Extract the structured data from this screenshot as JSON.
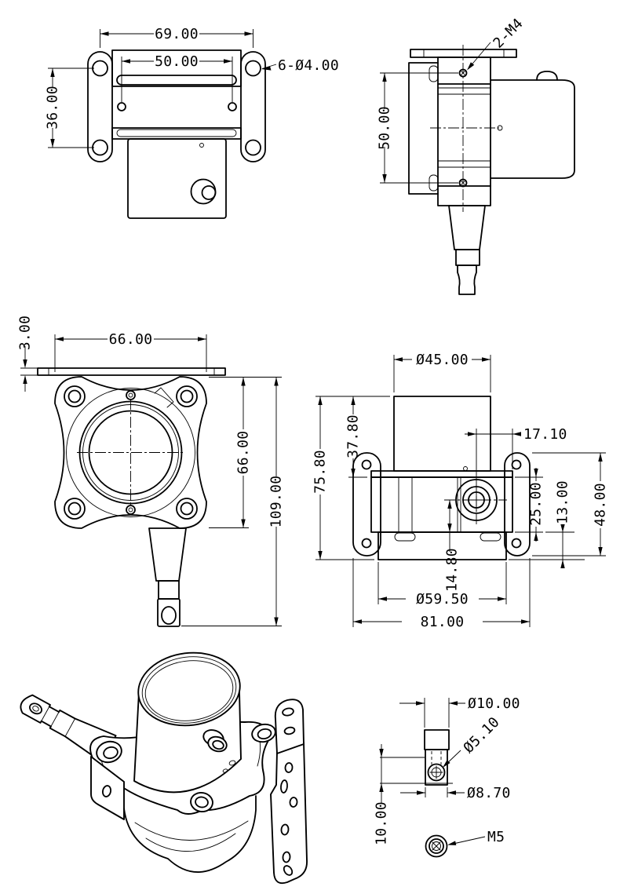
{
  "palette": {
    "background": "#ffffff",
    "line": "#000000"
  },
  "views": {
    "front": {
      "dims": {
        "overall_width": "69.00",
        "slot_width": "50.00",
        "hole_spacing": "36.00",
        "mount_holes": "6-Ø4.00"
      }
    },
    "side": {
      "dims": {
        "screw_note": "2-M4",
        "screw_spacing": "50.00"
      }
    },
    "top": {
      "dims": {
        "plate_thickness": "3.00",
        "body_width": "66.00",
        "body_height": "66.00",
        "overall_length": "109.00"
      }
    },
    "rear": {
      "dims": {
        "cylinder_dia": "Ø45.00",
        "cylinder_height": "37.80",
        "overall_height": "75.80",
        "connector_offset": "17.10",
        "band_height": "25.00",
        "skirt_height": "13.00",
        "bracket_length": "48.00",
        "connector_drop": "14.80",
        "skirt_dia": "Ø59.50",
        "overall_width": "81.00"
      }
    },
    "detail": {
      "dims": {
        "head_dia": "Ø10.00",
        "bore_dia": "Ø5.10",
        "shaft_dia": "Ø8.70",
        "section_length": "10.00",
        "thread": "M5"
      }
    }
  }
}
